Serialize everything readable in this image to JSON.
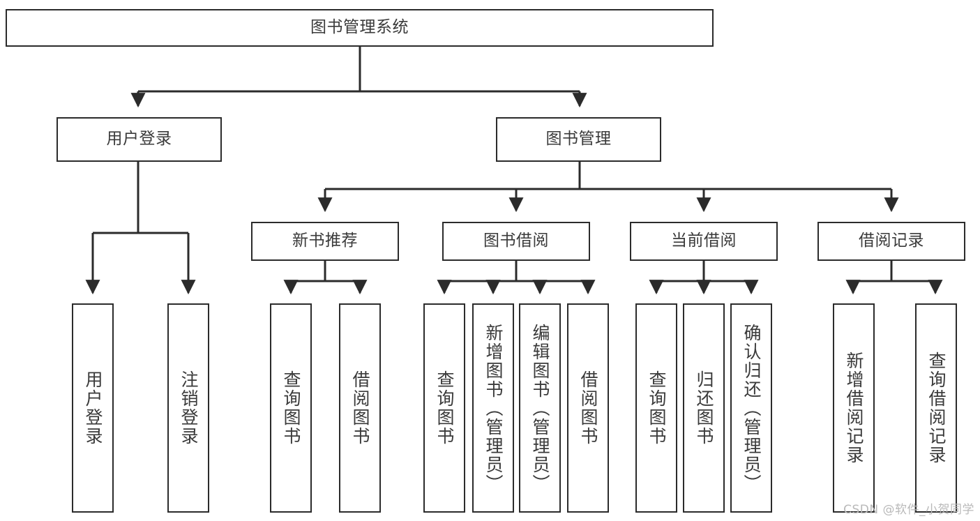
{
  "diagram": {
    "title": "图书管理系统",
    "watermark": "CSDN @软件_小贺同学",
    "colors": {
      "box_border": "#2b2b2b",
      "box_fill": "#ffffff",
      "edge": "#2b2b2b",
      "text": "#3a3a3a",
      "watermark": "#b9b9b9"
    },
    "nodes": {
      "root": {
        "label": "图书管理系统"
      },
      "level2": [
        {
          "label": "用户登录"
        },
        {
          "label": "图书管理"
        }
      ],
      "level3": [
        {
          "label": "新书推荐"
        },
        {
          "label": "图书借阅"
        },
        {
          "label": "当前借阅"
        },
        {
          "label": "借阅记录"
        }
      ],
      "leaves": {
        "user_login": [
          {
            "label": "用户登录"
          },
          {
            "label": "注销登录"
          }
        ],
        "new_book_recommend": [
          {
            "label": "查询图书"
          },
          {
            "label": "借阅图书"
          }
        ],
        "book_borrow": [
          {
            "label": "查询图书"
          },
          {
            "label": "新增图书（管理员）"
          },
          {
            "label": "编辑图书（管理员）"
          },
          {
            "label": "借阅图书"
          }
        ],
        "current_borrow": [
          {
            "label": "查询图书"
          },
          {
            "label": "归还图书"
          },
          {
            "label": "确认归还（管理员）"
          }
        ],
        "borrow_record": [
          {
            "label": "新增借阅记录"
          },
          {
            "label": "查询借阅记录"
          }
        ]
      }
    }
  }
}
